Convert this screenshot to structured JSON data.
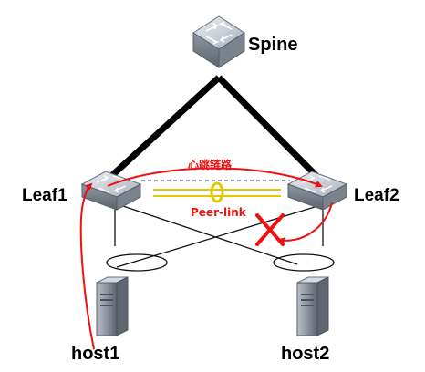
{
  "nodes": {
    "spine": {
      "label": "Spine",
      "icon": "switch-icon"
    },
    "leaf1": {
      "label": "Leaf1",
      "icon": "switch-icon"
    },
    "leaf2": {
      "label": "Leaf2",
      "icon": "switch-icon"
    },
    "host1": {
      "label": "host1",
      "icon": "server-icon"
    },
    "host2": {
      "label": "host2",
      "icon": "server-icon"
    }
  },
  "links": {
    "heartbeat": {
      "label": "心跳链路"
    },
    "peer_link": {
      "label": "Peer-link"
    }
  },
  "annotations": {
    "failure_mark": {
      "icon": "cross-mark-icon"
    }
  },
  "colors": {
    "uplink": "#000000",
    "annotation": "#ee1111",
    "peer_link": "#e3c800",
    "heartbeat_dash": "#6e7fa8"
  }
}
